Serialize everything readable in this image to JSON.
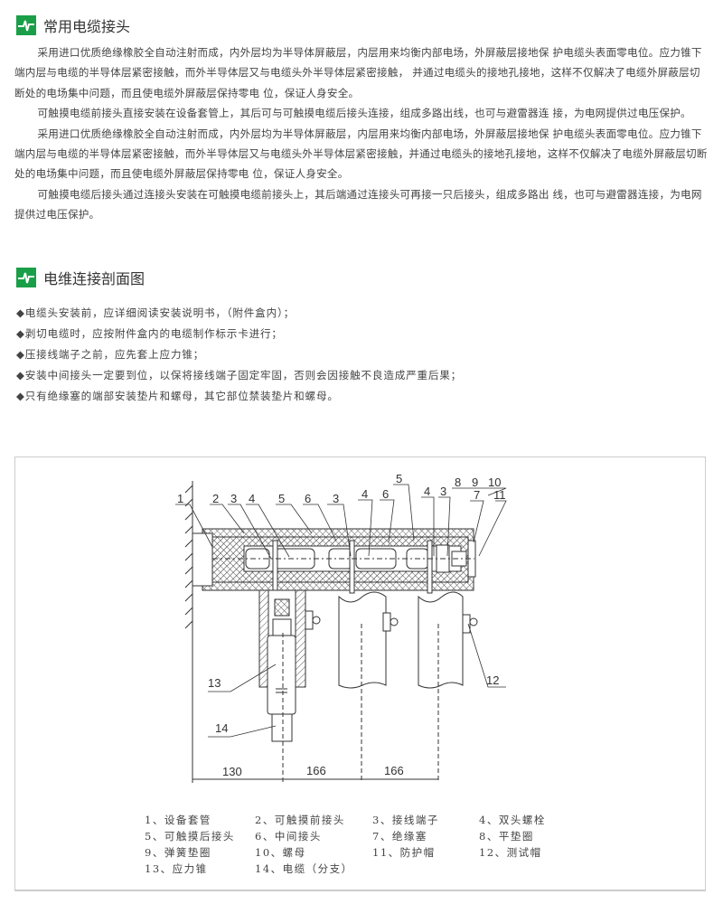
{
  "section1": {
    "title": "常用电缆接头",
    "paragraphs": [
      "采用进口优质绝缘橡胶全自动注射而成，内外层均为半导体屏蔽层，内层用来均衡内部电场，外屏蔽层接地保 护电缆头表面零电位。应力锥下端内层与电缆的半导体层紧密接触，而外半导体层又与电缆头外半导体层紧密接触， 并通过电缆头的接地孔接地，这样不仅解决了电缆外屏蔽层切断处的电场集中问题，而且使电缆外屏蔽层保持零电 位，保证人身安全。",
      "可触摸电缆前接头直接安装在设备套管上，其后可与可触摸电缆后接头连接，组成多路出线，也可与避雷器连 接，为电网提供过电压保护。",
      "采用进口优质绝缘橡胶全自动注射而成，内外层均为半导体屏蔽层，内层用来均衡内部电场，外屏蔽层接地保 护电缆头表面零电位。应力锥下端内层与电缆的半导体层紧密接触，而外半导体层又与电缆头外半导体层紧密接触，并通过电缆头的接地孔接地，这样不仅解决了电缆外屏蔽层切断处的电场集中问题，而且使电缆外屏蔽层保持零电 位，保证人身安全。",
      "可触摸电缆后接头通过连接头安装在可触摸电缆前接头上，其后端通过连接头可再接一只后接头，组成多路出 线，也可与避雷器连接，为电网提供过电压保护。"
    ]
  },
  "section2": {
    "title": "电维连接剖面图",
    "bullets": [
      "◆电缆头安装前，应详细阅读安装说明书，（附件盒内）；",
      "◆剥切电缆时，应按附件盒内的电缆制作标示卡进行；",
      "◆压接线端子之前，应先套上应力锥；",
      "◆安装中间接头一定要到位，以保将接线端子固定牢固，否则会因接触不良造成严重后果；",
      "◆只有绝缘塞的端部安装垫片和螺母，其它部位禁装垫片和螺母。"
    ]
  },
  "diagram": {
    "callouts": [
      "1",
      "2",
      "3",
      "4",
      "5",
      "6",
      "3",
      "4",
      "6",
      "5",
      "4",
      "3",
      "8",
      "9",
      "10",
      "7",
      "11",
      "12",
      "13",
      "14"
    ],
    "dimensions": [
      "130",
      "166",
      "166"
    ],
    "legend": [
      [
        "1、设备套管",
        "2、可触摸前接头",
        "3、接线端子",
        "4、双头螺栓"
      ],
      [
        "5、可触摸后接头",
        "6、中间接头",
        "7、绝缘塞",
        "8、平垫圈"
      ],
      [
        "9、弹簧垫圈",
        "10、螺母",
        "11、防护帽",
        "12、测试帽"
      ],
      [
        "13、应力锥",
        "14、电缆（分支）",
        "",
        ""
      ]
    ]
  },
  "colors": {
    "accent": "#1a9f48",
    "text": "#444444"
  }
}
